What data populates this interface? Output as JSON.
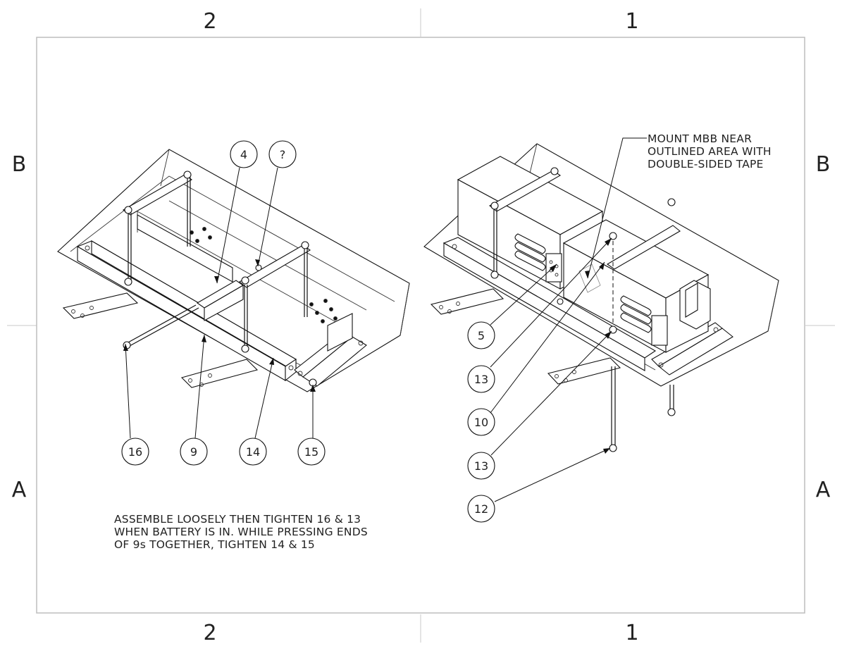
{
  "zones": {
    "top": [
      "2",
      "1"
    ],
    "bottom": [
      "2",
      "1"
    ],
    "left": [
      "B",
      "A"
    ],
    "right": [
      "B",
      "A"
    ]
  },
  "left_view": {
    "balloons": [
      "4",
      "?",
      "16",
      "9",
      "14",
      "15"
    ],
    "note": [
      "ASSEMBLE LOOSELY THEN TIGHTEN 16 & 13",
      "WHEN BATTERY IS IN. WHILE PRESSING ENDS",
      "OF 9s TOGETHER, TIGHTEN 14 & 15"
    ]
  },
  "right_view": {
    "balloons": [
      "5",
      "13",
      "10",
      "13",
      "12"
    ],
    "note": [
      "MOUNT MBB NEAR",
      "OUTLINED AREA WITH",
      "DOUBLE-SIDED TAPE"
    ]
  }
}
